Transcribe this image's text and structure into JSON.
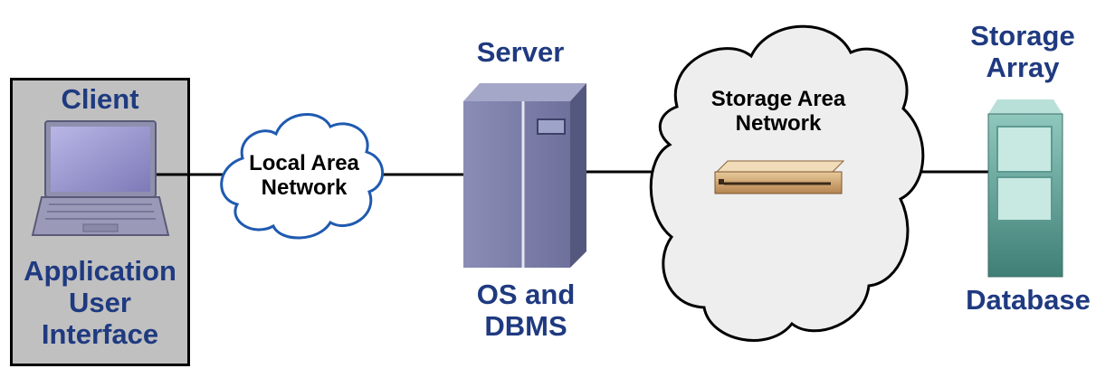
{
  "nodes": {
    "client": {
      "title": "Client",
      "subtitle_lines": [
        "Application",
        "User",
        "Interface"
      ],
      "icon": "laptop-icon"
    },
    "lan": {
      "label_lines": [
        "Local Area",
        "Network"
      ],
      "icon": "cloud-icon"
    },
    "server": {
      "title": "Server",
      "subtitle_lines": [
        "OS and",
        "DBMS"
      ],
      "icon": "server-tower-icon"
    },
    "san": {
      "label_lines": [
        "Storage Area",
        "Network"
      ],
      "icon": "cloud-icon",
      "device_icon": "network-switch-icon"
    },
    "storage": {
      "title_lines": [
        "Storage",
        "Array"
      ],
      "subtitle": "Database",
      "icon": "storage-array-icon"
    }
  },
  "connections": [
    {
      "from": "client",
      "to": "lan"
    },
    {
      "from": "lan",
      "to": "server"
    },
    {
      "from": "server",
      "to": "san"
    },
    {
      "from": "san",
      "to": "storage"
    }
  ],
  "colors": {
    "label_blue": "#1f3a80",
    "client_box": "#c0c0c0",
    "cloud_lan_stroke": "#1f5ab0",
    "server": "#7d80a8",
    "storage": "#4e8f86",
    "switch": "#c79a68"
  }
}
